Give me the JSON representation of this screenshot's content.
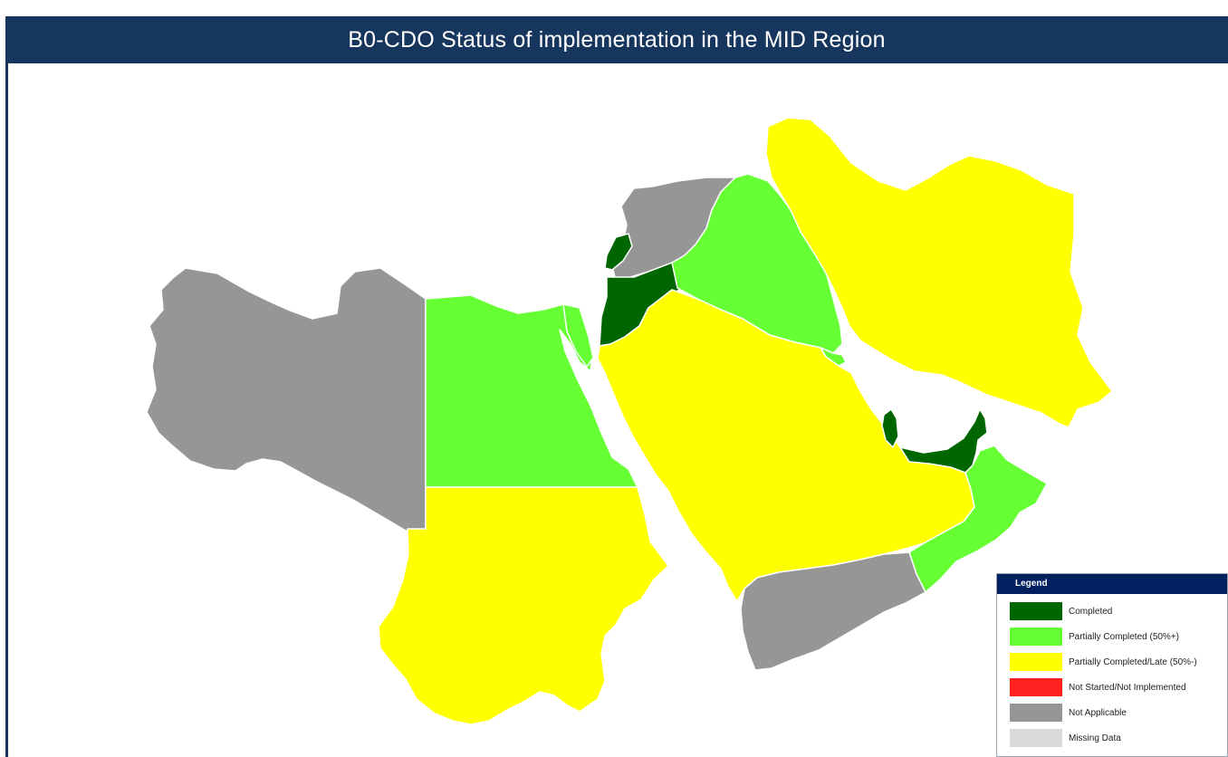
{
  "title": "B0-CDO Status of implementation in the MID Region",
  "status_colors": {
    "completed": "#006600",
    "partially_completed": "#66ff33",
    "partially_late": "#ffff00",
    "not_started": "#ff2020",
    "not_applicable": "#969696",
    "missing_data": "#d9d9d9"
  },
  "legend": {
    "header": "Legend",
    "items": [
      {
        "label": "Completed",
        "color": "#006600"
      },
      {
        "label": "Partially Completed (50%+)",
        "color": "#66ff33"
      },
      {
        "label": "Partially Completed/Late (50%-)",
        "color": "#ffff00"
      },
      {
        "label": "Not Started/Not Implemented",
        "color": "#ff2020"
      },
      {
        "label": "Not Applicable",
        "color": "#969696"
      },
      {
        "label": "Missing Data",
        "color": "#d9d9d9"
      }
    ]
  }
}
